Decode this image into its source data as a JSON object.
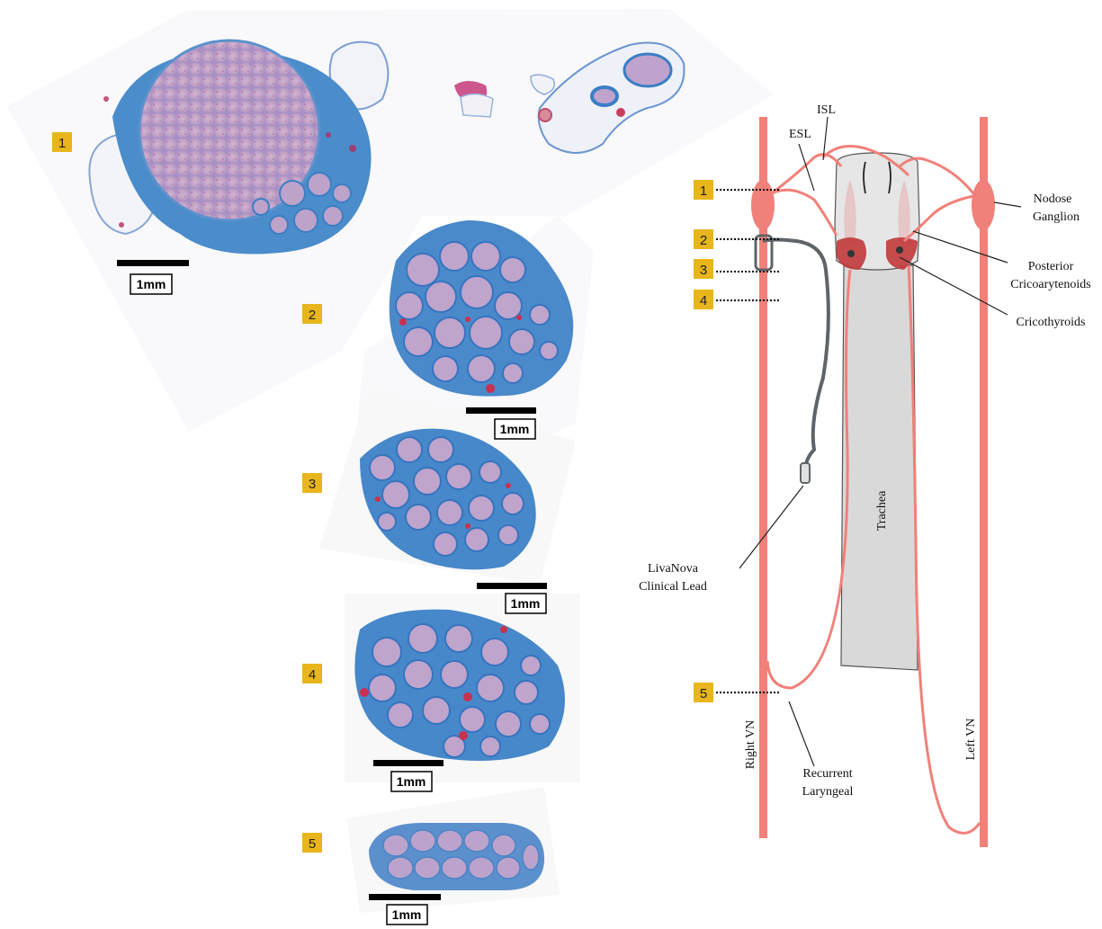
{
  "sections": [
    {
      "number": "1",
      "scale_label": "1mm"
    },
    {
      "number": "2",
      "scale_label": "1mm"
    },
    {
      "number": "3",
      "scale_label": "1mm"
    },
    {
      "number": "4",
      "scale_label": "1mm"
    },
    {
      "number": "5",
      "scale_label": "1mm"
    }
  ],
  "diagram": {
    "levels": [
      "1",
      "2",
      "3",
      "4",
      "5"
    ],
    "labels": {
      "isl": "ISL",
      "esl": "ESL",
      "nodose_1": "Nodose",
      "nodose_2": "Ganglion",
      "posterior_1": "Posterior",
      "posterior_2": "Cricoarytenoids",
      "cricothyroids": "Cricothyroids",
      "trachea": "Trachea",
      "livanova_1": "LivaNova",
      "livanova_2": "Clinical Lead",
      "right_vn": "Right VN",
      "left_vn": "Left VN",
      "recurrent_1": "Recurrent",
      "recurrent_2": "Laryngeal"
    }
  },
  "colors": {
    "badge": "#e8b51c",
    "nerve": "#f08079",
    "muscle": "#c0393b",
    "trachea": "#d9d9d9",
    "stain_blue": "#3f86c8",
    "stain_pink": "#c8a6c9",
    "lead": "#5f6468"
  }
}
